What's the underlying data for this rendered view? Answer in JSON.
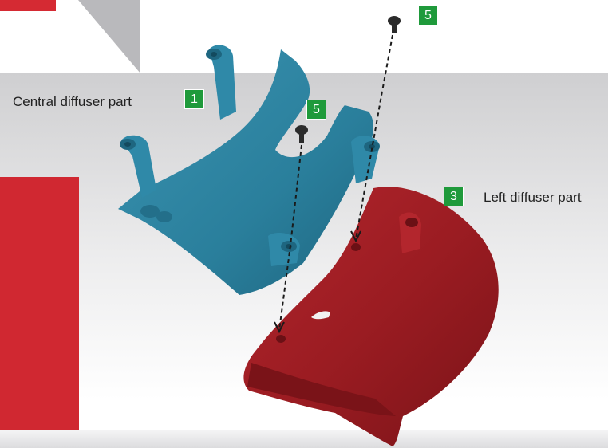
{
  "colors": {
    "badge_green": "#1f9a3b",
    "central_part": "#2a7f9c",
    "left_part": "#9b1c22",
    "accent_red": "#d52a33",
    "screw": "#2b2b2b"
  },
  "labels": {
    "central_part": "Central diffuser part",
    "left_part": "Left diffuser part"
  },
  "badges": {
    "central_part": "1",
    "left_part": "3",
    "screw_right": "5",
    "screw_left": "5"
  },
  "icons": [
    "screw-icon",
    "screw-icon"
  ]
}
